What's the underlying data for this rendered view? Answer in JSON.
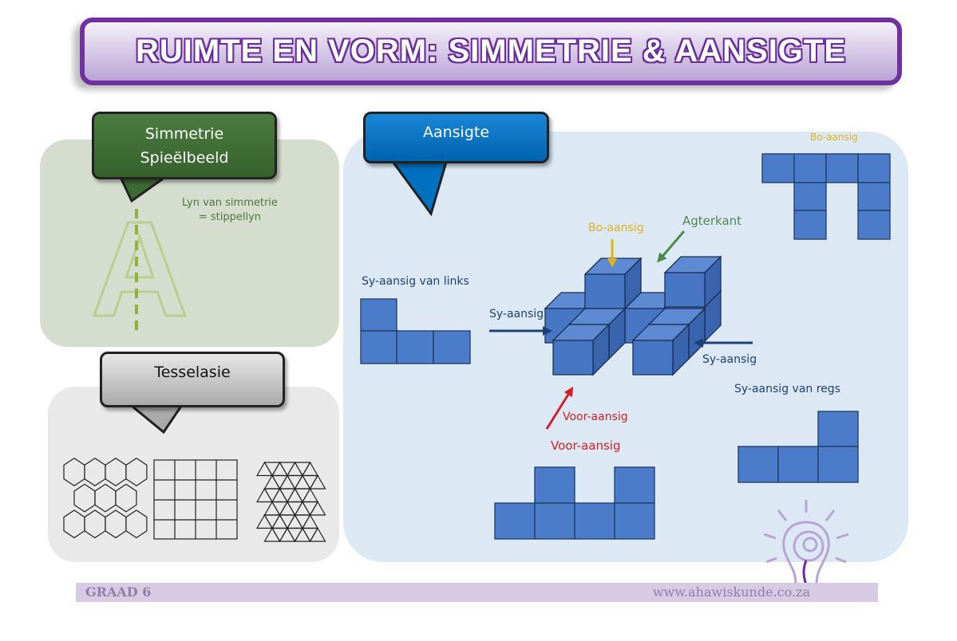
{
  "title": "RUIMTE EN VORM: SIMMETRIE & AANSIGTE",
  "symmetry": {
    "bubble_line1": "Simmetrie",
    "bubble_line2": "Spieëlbeeld",
    "note_line1": "Lyn van simmetrie",
    "note_line2": "= stippellyn",
    "letter": "A"
  },
  "tessellation": {
    "bubble": "Tesselasie"
  },
  "views": {
    "bubble": "Aansigte",
    "top_view_title": "Bo-aansig",
    "top_arrow": "Bo-aansig",
    "back_arrow": "Agterkant",
    "left_arrow": "Sy-aansig",
    "right_arrow": "Sy-aansig",
    "front_arrow": "Voor-aansig",
    "left_view_title": "Sy-aansig van links",
    "right_view_title": "Sy-aansig van regs",
    "front_view_title": "Voor-aansig"
  },
  "footer": {
    "grade": "GRAAD 6",
    "url": "www.ahawiskunde.co.za"
  },
  "colors": {
    "purple": "#7030a0",
    "green": "#3d6b35",
    "blue": "#0070c0",
    "cube": "#4472c4",
    "yellow": "#e0b020",
    "red": "#d0202a",
    "navy": "#1f3f7a"
  }
}
